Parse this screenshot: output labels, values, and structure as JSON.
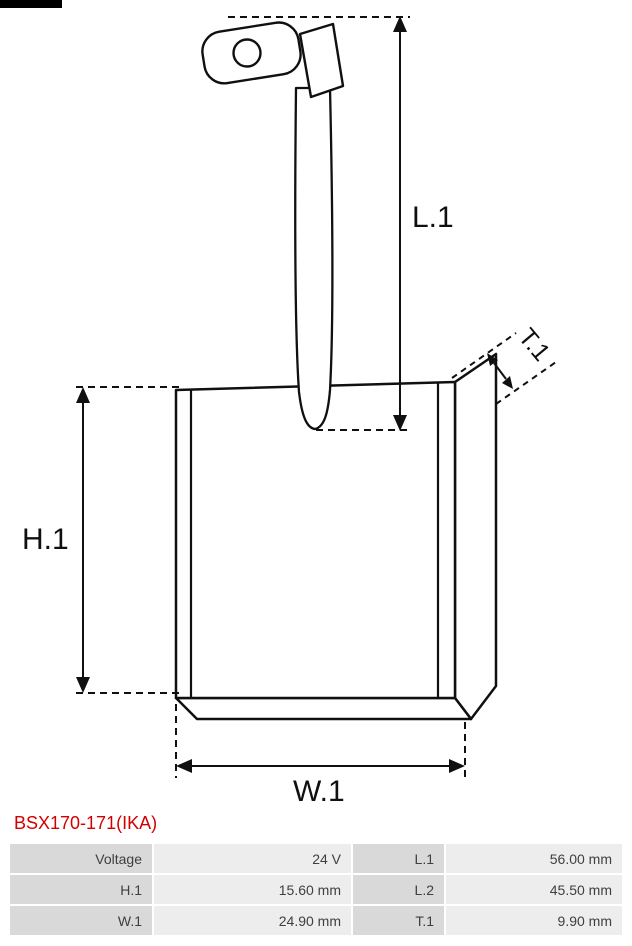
{
  "part_title": {
    "text": "BSX170-171(IKA)",
    "color": "#d40000"
  },
  "diagram": {
    "type": "starter-brush-technical-drawing",
    "line_color": "#101010",
    "dimension_labels": {
      "length": "L.1",
      "height": "H.1",
      "width": "W.1",
      "thickness": "T.1"
    }
  },
  "spec_table": {
    "label_bg": "#d9d9d9",
    "value_bg": "#ededed",
    "rows": [
      {
        "cells": [
          {
            "label": "Voltage",
            "value": "24 V"
          },
          {
            "label": "L.1",
            "value": "56.00 mm"
          }
        ]
      },
      {
        "cells": [
          {
            "label": "H.1",
            "value": "15.60 mm"
          },
          {
            "label": "L.2",
            "value": "45.50 mm"
          }
        ]
      },
      {
        "cells": [
          {
            "label": "W.1",
            "value": "24.90 mm"
          },
          {
            "label": "T.1",
            "value": "9.90 mm"
          }
        ]
      }
    ]
  }
}
